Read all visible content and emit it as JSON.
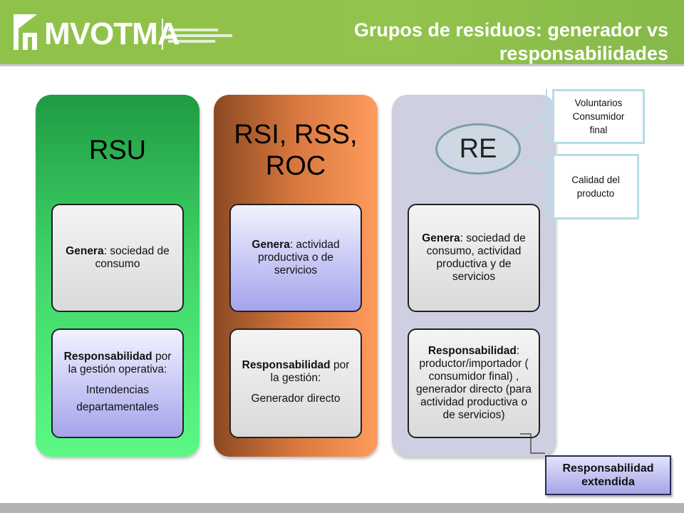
{
  "header": {
    "logo_text": "MVOTMA",
    "title_line1": "Grupos de residuos: generador vs",
    "title_line2": "responsabilidades",
    "color": "#8fc24a"
  },
  "columns": [
    {
      "title_lines": [
        "RSU"
      ],
      "card1": {
        "bold": "Genera",
        "text": ": sociedad de consumo"
      },
      "card2": {
        "bold": "Responsabilidad",
        "text": " por la gestión operativa:",
        "sub_lines": [
          "Intendencias",
          "departamentales"
        ]
      }
    },
    {
      "title_lines": [
        "RSI, RSS,",
        "ROC"
      ],
      "card1": {
        "bold": "Genera",
        "text": ": actividad productiva o de servicios"
      },
      "card2": {
        "bold": "Responsabilidad",
        "text": " por la gestión:",
        "sub": "Generador directo"
      }
    },
    {
      "title": "RE",
      "card1": {
        "bold": "Genera",
        "text": ": sociedad de consumo, actividad productiva y de servicios"
      },
      "card2": {
        "bold": "Responsabilidad",
        "text": ": productor/importador ( consumidor final) , generador directo (para actividad productiva o de servicios)"
      }
    }
  ],
  "notes": {
    "note1_lines": [
      "Voluntarios",
      "Consumidor",
      "final"
    ],
    "note2_lines": [
      "Calidad del",
      "producto"
    ]
  },
  "extended": {
    "line1": "Responsabilidad",
    "line2": "extendida"
  },
  "colors": {
    "rsu_green": "#3fd367",
    "rsi_orange": "#d8783f",
    "re_lavender": "#cfcfe2",
    "card_lavender": "#a4a4ec",
    "note_border": "#b6dde6"
  }
}
